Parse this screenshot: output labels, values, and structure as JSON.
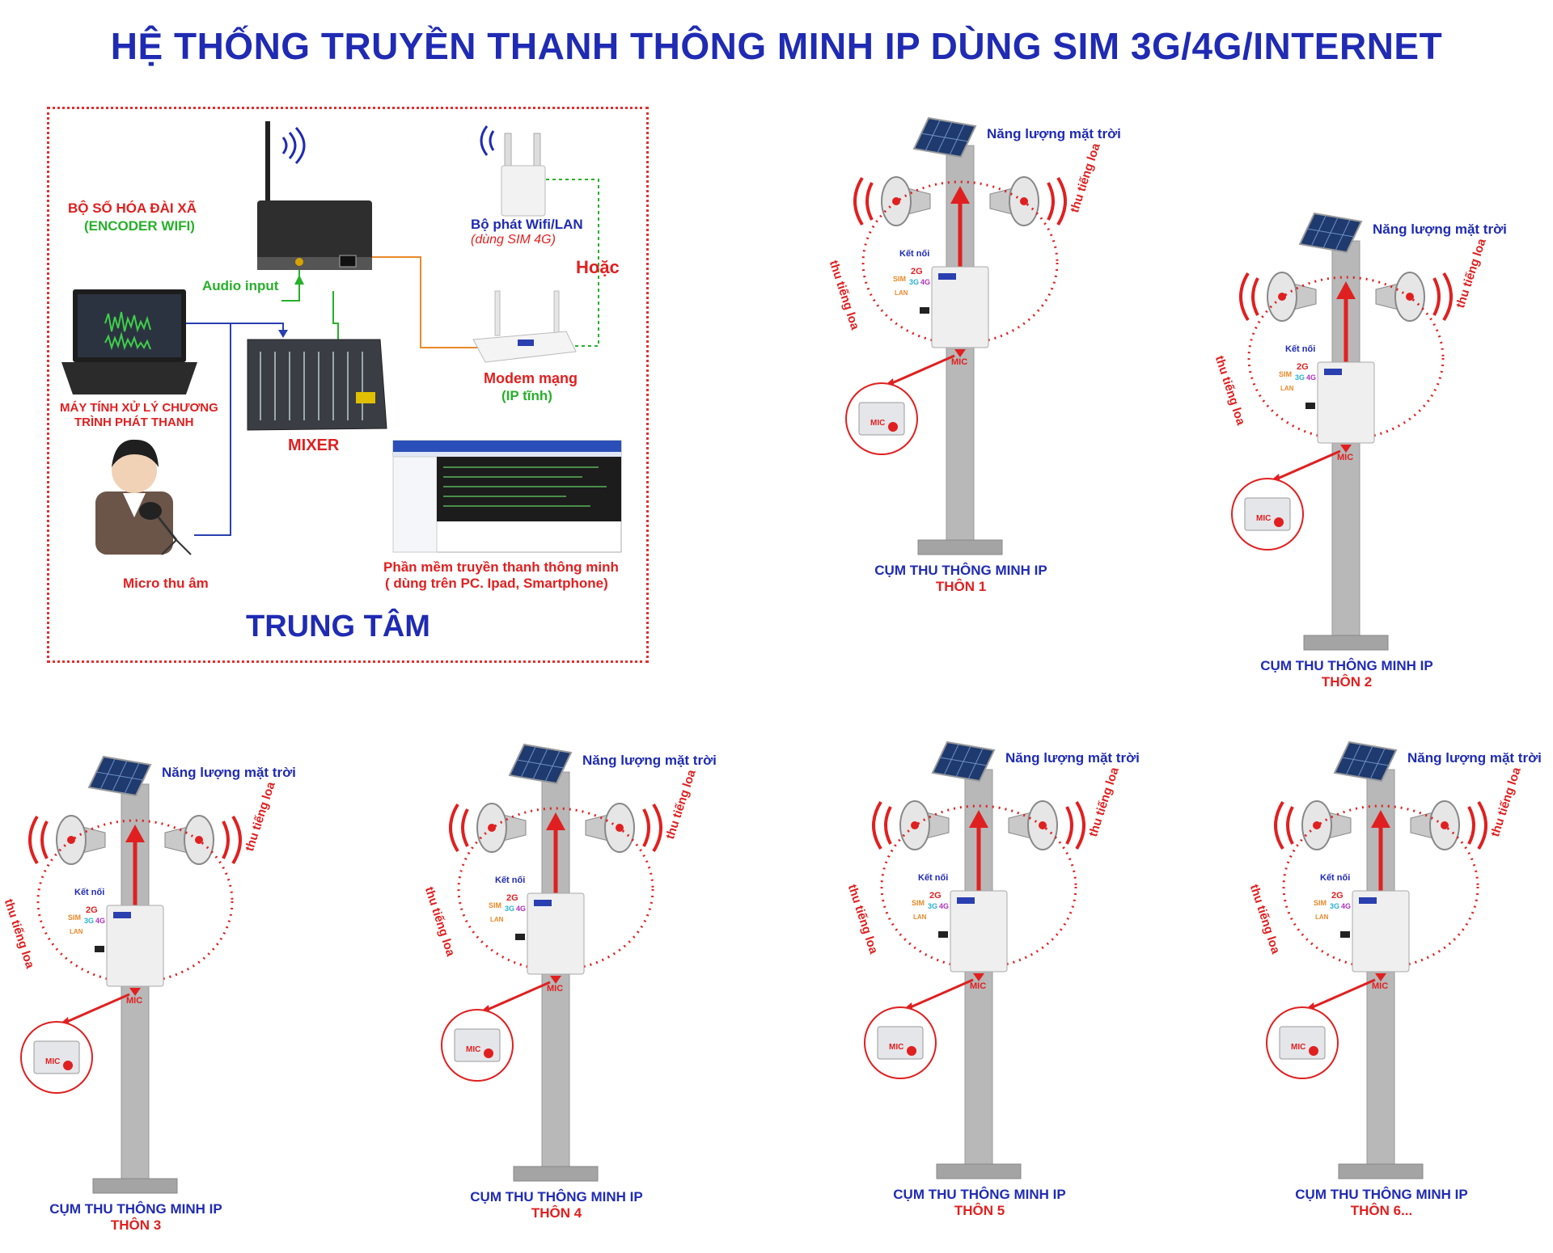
{
  "title": "HỆ THỐNG TRUYỀN THANH THÔNG MINH IP DÙNG SIM 3G/4G/INTERNET",
  "center": {
    "encoder_label_1": "BỘ SỐ HÓA ĐÀI XÃ",
    "encoder_label_2": "(ENCODER WIFI)",
    "audio_input": "Audio input",
    "wifi_label_1": "Bộ phát Wifi/LAN",
    "wifi_label_2": "(dùng SIM 4G)",
    "or_label": "Hoặc",
    "modem_label_1": "Modem mạng",
    "modem_label_2": "(IP tĩnh)",
    "pc_label_1": "MÁY TÍNH XỬ LÝ CHƯƠNG",
    "pc_label_2": "TRÌNH PHÁT THANH",
    "mixer_label": "MIXER",
    "micro_label": "Micro thu âm",
    "software_label_1": "Phần mềm truyền thanh thông minh",
    "software_label_2": "( dùng trên PC. Ipad, Smartphone)",
    "center_title": "TRUNG TÂM"
  },
  "station_text": {
    "solar": "Năng lượng mặt trời",
    "connect": "Kết nối",
    "sim": "SIM",
    "lan": "LAN",
    "g2": "2G",
    "g3": "3G",
    "g4": "4G",
    "mic": "MIC",
    "loa": "thu tiếng loa",
    "caption": "CỤM THU THÔNG MINH IP"
  },
  "stations": [
    {
      "village": "THÔN 1"
    },
    {
      "village": "THÔN 2"
    },
    {
      "village": "THÔN 3"
    },
    {
      "village": "THÔN 4"
    },
    {
      "village": "THÔN 5"
    },
    {
      "village": "THÔN 6..."
    }
  ],
  "colors": {
    "title_blue": "#1f2bb3",
    "accent_red": "#e02020",
    "accent_green": "#27b02a",
    "wire_orange": "#e8892a",
    "wire_blue": "#2a3fb0",
    "pole_gray": "#b8b8b8"
  }
}
